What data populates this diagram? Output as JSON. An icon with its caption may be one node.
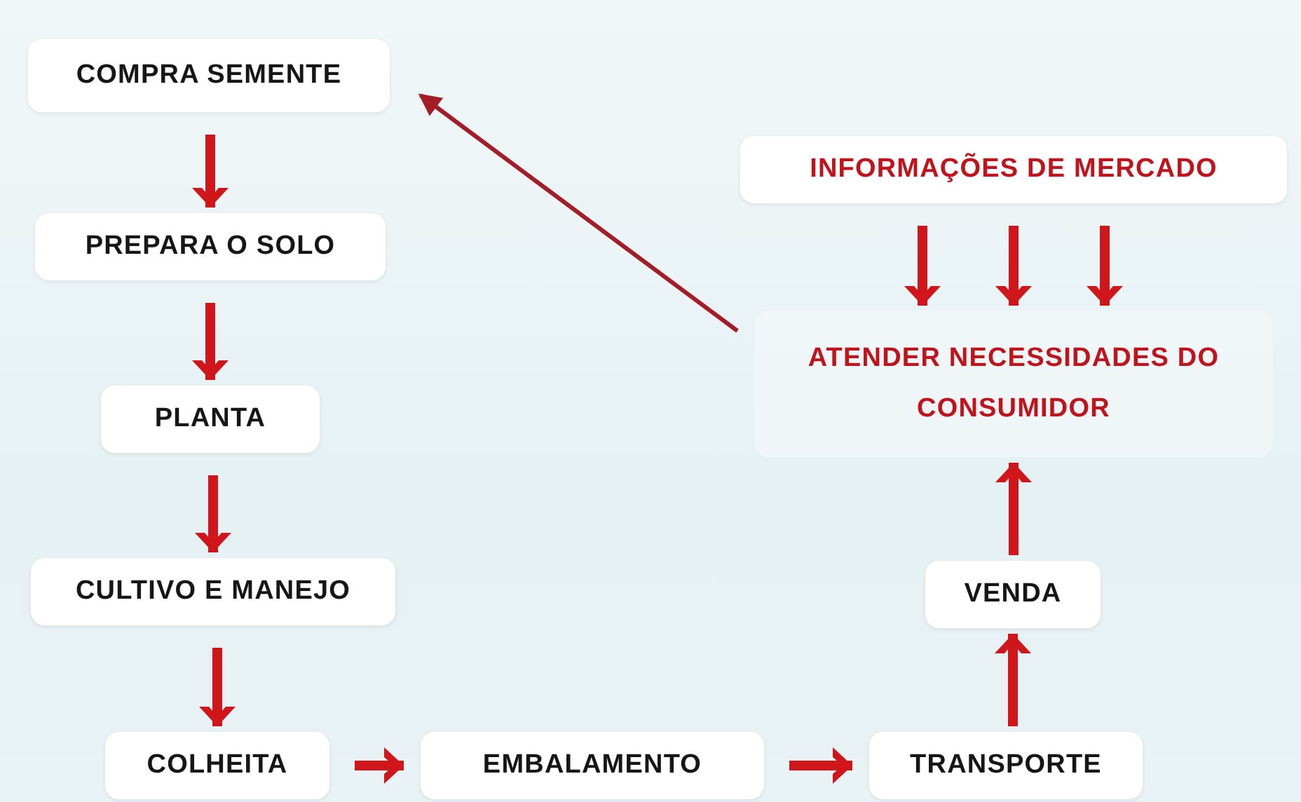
{
  "diagram": {
    "nodes": [
      {
        "text": [
          "COMPRA SEMENTE"
        ]
      },
      {
        "text": [
          "PREPARA O SOLO"
        ]
      },
      {
        "text": [
          "PLANTA"
        ]
      },
      {
        "text": [
          "CULTIVO E MANEJO"
        ]
      },
      {
        "text": [
          "COLHEITA"
        ]
      },
      {
        "text": [
          "EMBALAMENTO"
        ]
      },
      {
        "text": [
          "TRANSPORTE"
        ]
      },
      {
        "text": [
          "VENDA"
        ]
      },
      {
        "text": [
          "ATENDER NECESSIDADES DO CONSUMIDOR"
        ]
      },
      {
        "text": [
          "INFORMAÇÕES DE MERCADO"
        ]
      }
    ],
    "edges": [
      {
        "from": 0,
        "to": 1,
        "arrow": "to"
      },
      {
        "from": 1,
        "to": 2,
        "arrow": "to"
      },
      {
        "from": 2,
        "to": 3,
        "arrow": "to"
      },
      {
        "from": 3,
        "to": 4,
        "arrow": "to"
      },
      {
        "from": 4,
        "to": 5,
        "arrow": "to"
      },
      {
        "from": 5,
        "to": 6,
        "arrow": "to"
      },
      {
        "from": 6,
        "to": 7,
        "arrow": "to"
      },
      {
        "from": 7,
        "to": 8,
        "arrow": "to"
      },
      {
        "from": 9,
        "to": 8,
        "arrow": "to"
      },
      {
        "from": 9,
        "to": 8,
        "arrow": "to"
      },
      {
        "from": 9,
        "to": 8,
        "arrow": "to"
      },
      {
        "from": 8,
        "to": 0,
        "arrow": "to",
        "color": "#a31c26"
      }
    ]
  }
}
